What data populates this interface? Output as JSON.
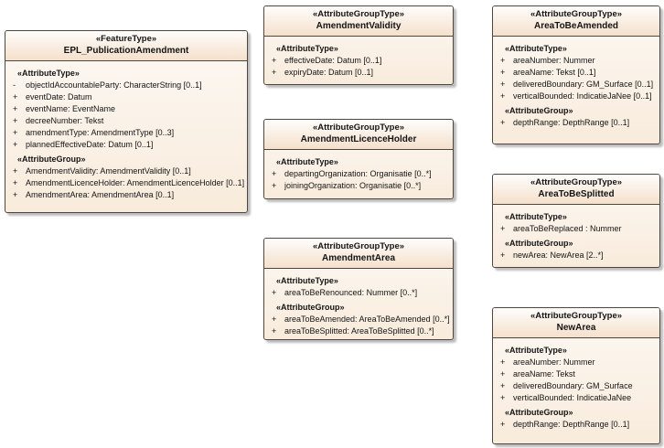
{
  "diagram": {
    "colors": {
      "canvas_background": "#ffffff",
      "box_border": "#4d473f",
      "header_gradient_top": "#fefdfc",
      "header_gradient_bottom": "#f5e0cb",
      "body_gradient_top": "#fdf9f4",
      "body_gradient_bottom": "#f8ebdb",
      "shadow": "#bdbdbd",
      "text": "#141414"
    },
    "classes": [
      {
        "id": "epl",
        "stereotype": "«FeatureType»",
        "name": "EPL_PublicationAmendment",
        "sections": [
          {
            "label": "«AttributeType»",
            "rows": [
              {
                "vis": "-",
                "text": "objectIdAccountableParty: CharacterString [0..1]"
              },
              {
                "vis": "+",
                "text": "eventDate: Datum"
              },
              {
                "vis": "+",
                "text": "eventName: EventName"
              },
              {
                "vis": "+",
                "text": "decreeNumber: Tekst"
              },
              {
                "vis": "+",
                "text": "amendmentType: AmendmentType [0..3]"
              },
              {
                "vis": "+",
                "text": "plannedEffectiveDate: Datum [0..1]"
              }
            ]
          },
          {
            "label": "«AttributeGroup»",
            "rows": [
              {
                "vis": "+",
                "text": "AmendmentValidity: AmendmentValidity [0..1]"
              },
              {
                "vis": "+",
                "text": "AmendmentLicenceHolder: AmendmentLicenceHolder [0..1]"
              },
              {
                "vis": "+",
                "text": "AmendmentArea: AmendmentArea [0..1]"
              }
            ]
          }
        ]
      },
      {
        "id": "amendmentvalidity",
        "stereotype": "«AttributeGroupType»",
        "name": "AmendmentValidity",
        "sections": [
          {
            "label": "«AttributeType»",
            "rows": [
              {
                "vis": "+",
                "text": "effectiveDate: Datum [0..1]"
              },
              {
                "vis": "+",
                "text": "expiryDate: Datum [0..1]"
              }
            ]
          }
        ]
      },
      {
        "id": "amendmentlicenceholder",
        "stereotype": "«AttributeGroupType»",
        "name": "AmendmentLicenceHolder",
        "sections": [
          {
            "label": "«AttributeType»",
            "rows": [
              {
                "vis": "+",
                "text": "departingOrganization: Organisatie [0..*]"
              },
              {
                "vis": "+",
                "text": "joiningOrganization: Organisatie [0..*]"
              }
            ]
          }
        ]
      },
      {
        "id": "amendmentarea",
        "stereotype": "«AttributeGroupType»",
        "name": "AmendmentArea",
        "sections": [
          {
            "label": "«AttributeType»",
            "rows": [
              {
                "vis": "+",
                "text": "areaToBeRenounced: Nummer [0..*]"
              }
            ]
          },
          {
            "label": "«AttributeGroup»",
            "rows": [
              {
                "vis": "+",
                "text": "areaToBeAmended: AreaToBeAmended [0..*]"
              },
              {
                "vis": "+",
                "text": "areaToBeSplitted: AreaToBeSplitted [0..*]"
              }
            ]
          }
        ]
      },
      {
        "id": "areatobeamended",
        "stereotype": "«AttributeGroupType»",
        "name": "AreaToBeAmended",
        "sections": [
          {
            "label": "«AttributeType»",
            "rows": [
              {
                "vis": "+",
                "text": "areaNumber: Nummer"
              },
              {
                "vis": "+",
                "text": "areaName: Tekst [0..1]"
              },
              {
                "vis": "+",
                "text": "deliveredBoundary: GM_Surface [0..1]"
              },
              {
                "vis": "+",
                "text": "verticalBounded: IndicatieJaNee [0..1]"
              }
            ]
          },
          {
            "label": "«AttributeGroup»",
            "rows": [
              {
                "vis": "+",
                "text": "depthRange: DepthRange [0..1]"
              }
            ]
          }
        ]
      },
      {
        "id": "areatobesplitted",
        "stereotype": "«AttributeGroupType»",
        "name": "AreaToBeSplitted",
        "sections": [
          {
            "label": "«AttributeType»",
            "rows": [
              {
                "vis": "+",
                "text": "areaToBeReplaced : Nummer"
              }
            ]
          },
          {
            "label": "«AttributeGroup»",
            "rows": [
              {
                "vis": "+",
                "text": "newArea: NewArea [2..*]"
              }
            ]
          }
        ]
      },
      {
        "id": "newarea",
        "stereotype": "«AttributeGroupType»",
        "name": "NewArea",
        "sections": [
          {
            "label": "«AttributeType»",
            "rows": [
              {
                "vis": "+",
                "text": "areaNumber: Nummer"
              },
              {
                "vis": "+",
                "text": "areaName: Tekst"
              },
              {
                "vis": "+",
                "text": "deliveredBoundary: GM_Surface"
              },
              {
                "vis": "+",
                "text": "verticalBounded: IndicatieJaNee"
              }
            ]
          },
          {
            "label": "«AttributeGroup»",
            "rows": [
              {
                "vis": "+",
                "text": "depthRange: DepthRange [0..1]"
              }
            ]
          }
        ]
      }
    ]
  }
}
